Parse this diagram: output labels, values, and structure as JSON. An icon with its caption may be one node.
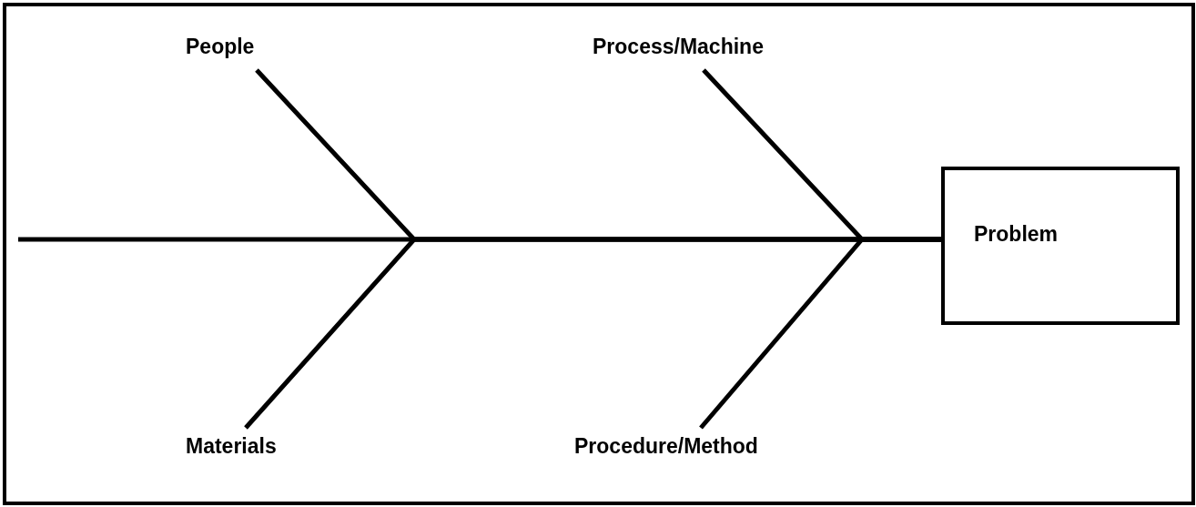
{
  "diagram": {
    "nodes": [
      {
        "text": [
          "People"
        ]
      },
      {
        "text": [
          "Materials"
        ]
      },
      {
        "text": [
          "Process/Machine"
        ]
      },
      {
        "text": [
          "Procedure/Method"
        ]
      },
      {
        "text": [
          "Problem"
        ]
      }
    ],
    "edges": [
      {
        "from": null,
        "to": 4,
        "arrow": "none"
      },
      {
        "from": 0,
        "to": 4,
        "arrow": "none"
      },
      {
        "from": 1,
        "to": 4,
        "arrow": "none"
      },
      {
        "from": 2,
        "to": 4,
        "arrow": "none"
      },
      {
        "from": 3,
        "to": 4,
        "arrow": "none"
      }
    ]
  }
}
